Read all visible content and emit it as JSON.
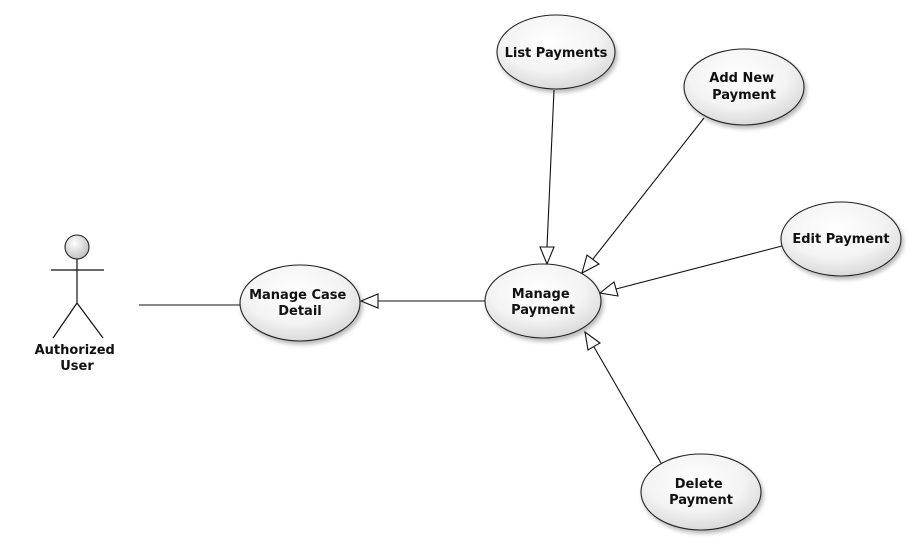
{
  "actor": {
    "name_lines": [
      "Authorized",
      "User"
    ]
  },
  "use_cases": {
    "manage_case_detail": [
      "Manage Case",
      "Detail"
    ],
    "manage_payment": [
      "Manage",
      "Payment"
    ],
    "list_payments": [
      "List Payments"
    ],
    "add_new_payment": [
      "Add New",
      "Payment"
    ],
    "edit_payment": [
      "Edit Payment"
    ],
    "delete_payment": [
      "Delete",
      "Payment"
    ]
  },
  "relationships": [
    {
      "from": "actor",
      "to": "manage_case_detail",
      "kind": "association"
    },
    {
      "from": "manage_payment",
      "to": "manage_case_detail",
      "kind": "generalization"
    },
    {
      "from": "list_payments",
      "to": "manage_payment",
      "kind": "generalization"
    },
    {
      "from": "add_new_payment",
      "to": "manage_payment",
      "kind": "generalization"
    },
    {
      "from": "edit_payment",
      "to": "manage_payment",
      "kind": "generalization"
    },
    {
      "from": "delete_payment",
      "to": "manage_payment",
      "kind": "generalization"
    }
  ]
}
